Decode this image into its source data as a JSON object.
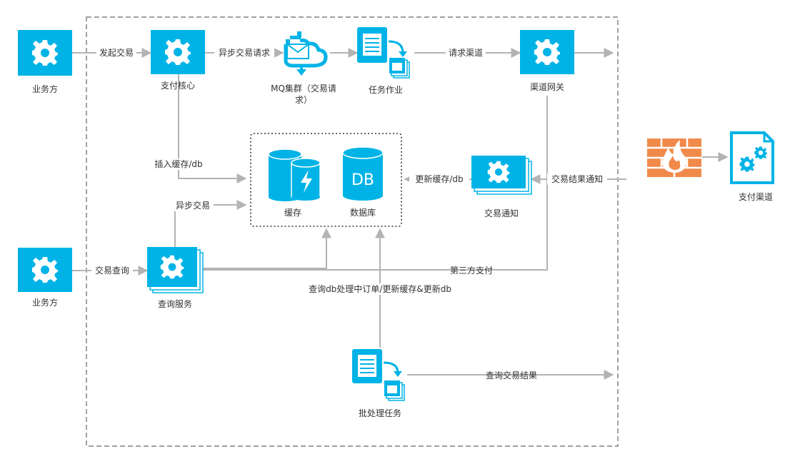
{
  "nodes": {
    "biz_top": "业务方",
    "pay_core": "支付核心",
    "mq_cluster_line1": "MQ集群（交易请",
    "mq_cluster_line2": "求）",
    "task_job": "任务作业",
    "channel_gateway": "渠道网关",
    "pay_channel": "支付渠道",
    "cache": "缓存",
    "db_icon_text": "DB",
    "database": "数据库",
    "trade_notify": "交易通知",
    "biz_bottom": "业务方",
    "query_service": "查询服务",
    "batch_task": "批处理任务"
  },
  "edges": {
    "initiate_trade": "发起交易",
    "async_trade_request": "异步交易请求",
    "request_channel": "请求渠道",
    "insert_cache_db": "插入缓存/db",
    "update_cache_db": "更新缓存/db",
    "trade_result_notify": "交易结果通知",
    "async_trade": "异步交易",
    "trade_query": "交易查询",
    "third_party_pay": "第三方支付",
    "batch_query_update": "查询db处理中订单/更新缓存&更新db",
    "query_trade_result": "查询交易结果"
  },
  "colors": {
    "icon_blue": "#00b3e6",
    "line_gray": "#b3b3b3",
    "frame_gray": "#666666",
    "firewall_orange": "#f08a4b"
  },
  "icons": {
    "service": "gear-icon",
    "mq": "mail-cloud-icon",
    "job": "document-task-icon",
    "storage": "database-icon",
    "firewall": "firewall-icon"
  }
}
